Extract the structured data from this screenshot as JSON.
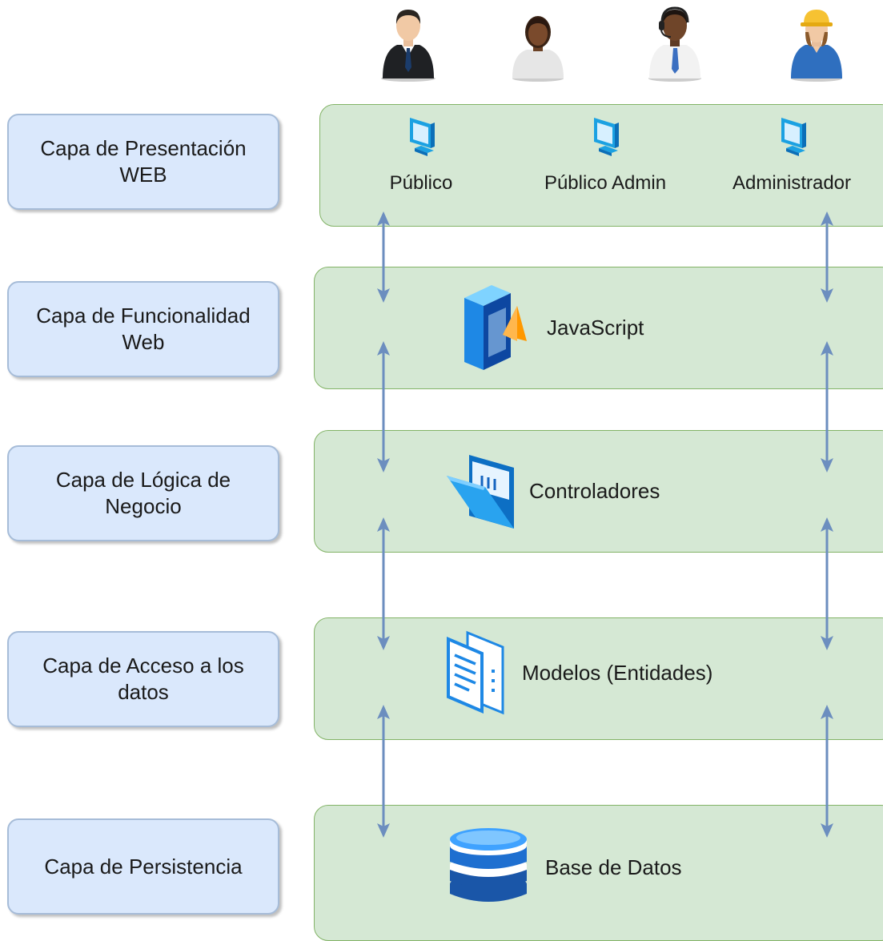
{
  "layers": [
    {
      "label": "Capa de Presentación\nWEB"
    },
    {
      "label": "Capa de Funcionalidad\nWeb"
    },
    {
      "label": "Capa de Lógica de\nNegocio"
    },
    {
      "label": "Capa de Acceso a los\ndatos"
    },
    {
      "label": "Capa de Persistencia"
    }
  ],
  "clients": [
    {
      "label": "Público",
      "icon": "monitor-icon"
    },
    {
      "label": "Público Admin",
      "icon": "monitor-icon"
    },
    {
      "label": "Administrador",
      "icon": "monitor-icon"
    }
  ],
  "components": {
    "javascript": {
      "label": "JavaScript",
      "icon": "server-icon"
    },
    "controladores": {
      "label": "Controladores",
      "icon": "folder-icon"
    },
    "modelos": {
      "label": "Modelos (Entidades)",
      "icon": "documents-icon"
    },
    "base_datos": {
      "label": "Base de Datos",
      "icon": "database-icon"
    }
  },
  "users": [
    {
      "icon": "businessman-icon"
    },
    {
      "icon": "businesswoman-icon"
    },
    {
      "icon": "support-agent-icon"
    },
    {
      "icon": "worker-icon"
    }
  ],
  "colors": {
    "layer_label_fill": "#dae8fc",
    "layer_box_fill": "#d5e8d4",
    "arrow": "#6c8ebf"
  }
}
